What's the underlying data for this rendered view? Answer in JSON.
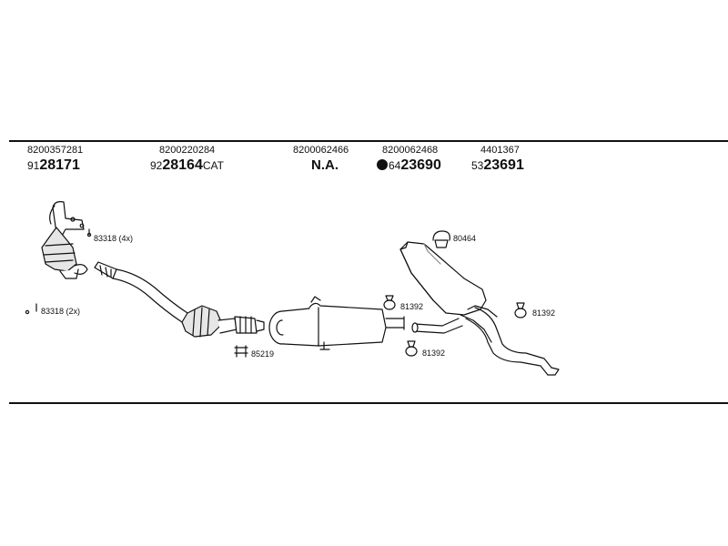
{
  "parts": [
    {
      "oe": "8200357281",
      "prefix": "91",
      "number": "28171",
      "suffix": ""
    },
    {
      "oe": "8200220284",
      "prefix": "92",
      "number": "28164",
      "suffix": "CAT"
    },
    {
      "oe": "8200062466",
      "prefix": "",
      "number": "N.A.",
      "suffix": ""
    },
    {
      "oe": "8200062468",
      "prefix": "64",
      "number": "23690",
      "suffix": ""
    },
    {
      "oe": "4401367",
      "prefix": "53",
      "number": "23691",
      "suffix": ""
    }
  ],
  "hardware": {
    "gasket_top": "83318 (4x)",
    "gasket_bottom": "83318 (2x)",
    "clamp_center": "85219",
    "hanger_rear": "80464",
    "rubber_mid_upper": "81392",
    "rubber_mid_lower": "81392",
    "rubber_rear": "81392"
  },
  "colors": {
    "line": "#111111",
    "fill": "#ffffff",
    "shade": "#bdbdbd"
  }
}
